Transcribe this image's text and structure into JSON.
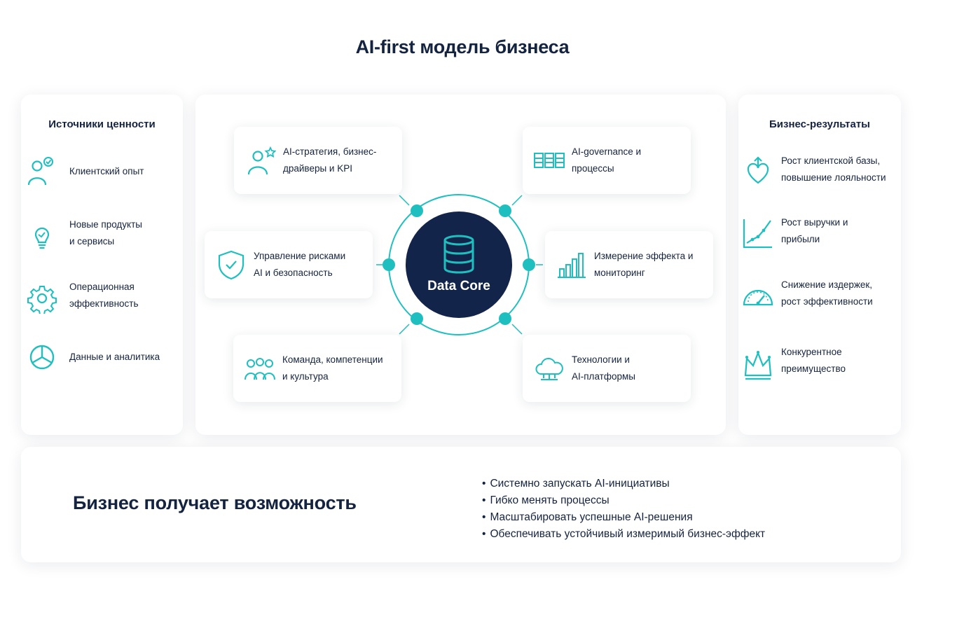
{
  "title": "AI-first модель бизнеса",
  "accent_color": "#1fbfbf",
  "core_color": "#13244a",
  "sources": {
    "heading": "Источники ценности",
    "items": [
      {
        "icon": "customer-check-icon",
        "label": "Клиентский опыт"
      },
      {
        "icon": "lightbulb-icon",
        "label": "Новые продукты\nи сервисы"
      },
      {
        "icon": "gear-icon",
        "label": "Операционная\nэффективность"
      },
      {
        "icon": "pie-chart-icon",
        "label": "Данные и аналитика"
      }
    ]
  },
  "center": {
    "core_label": "Data Core",
    "core_icon": "database-icon",
    "cards": [
      {
        "icon": "person-star-icon",
        "label": "AI-стратегия, бизнес-\nдрайверы и KPI"
      },
      {
        "icon": "server-rack-icon",
        "label": "AI-governance и\nпроцессы"
      },
      {
        "icon": "shield-check-icon",
        "label": "Управление рисками\nAI и безопасность"
      },
      {
        "icon": "bar-chart-icon",
        "label": "Измерение эффекта и\nмониторинг"
      },
      {
        "icon": "team-icon",
        "label": "Команда, компетенции\nи культура"
      },
      {
        "icon": "cloud-icon",
        "label": "Технологии и\nAI-платформы"
      }
    ]
  },
  "results": {
    "heading": "Бизнес-результаты",
    "items": [
      {
        "icon": "heart-arrow-icon",
        "label": "Рост клиентской базы,\nповышение лояльности"
      },
      {
        "icon": "growth-line-icon",
        "label": "Рост выручки и\nприбыли"
      },
      {
        "icon": "gauge-icon",
        "label": "Снижение издержек,\nрост эффективности"
      },
      {
        "icon": "crown-icon",
        "label": "Конкурентное\nпреимущество"
      }
    ]
  },
  "bottom": {
    "title": "Бизнес получает возможность",
    "bullets": [
      "Системно запускать AI-инициативы",
      "Гибко менять процессы",
      "Масштабировать успешные AI-решения",
      "Обеспечивать устойчивый измеримый бизнес-эффект"
    ]
  }
}
